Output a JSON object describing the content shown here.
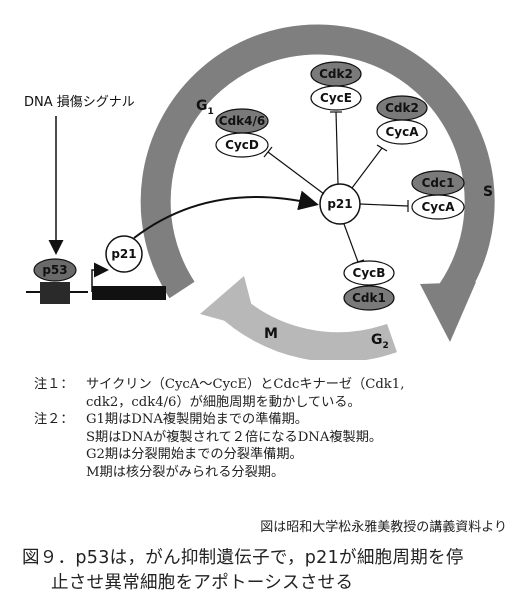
{
  "diagram": {
    "signal_label": "DNA 損傷シグナル",
    "phases": {
      "g1_main": "G",
      "g1_sub": "1",
      "s": "S",
      "g2_main": "G",
      "g2_sub": "2",
      "m": "M"
    },
    "gene": {
      "p53": "p53",
      "p21": "p21"
    },
    "hub": "p21",
    "complexes": [
      {
        "top": "Cdk4/6",
        "bottom": "CycD"
      },
      {
        "top": "Cdk2",
        "bottom": "CycE"
      },
      {
        "top": "Cdk2",
        "bottom": "CycA"
      },
      {
        "top": "Cdc1",
        "bottom": "CycA"
      },
      {
        "top": "CycB",
        "bottom": "Cdk1"
      }
    ]
  },
  "notes": [
    {
      "label": "注１：",
      "lines": [
        "サイクリン（CycA～CycE）とCdcキナーゼ（Cdk1,",
        "cdk2，cdk4/6）が細胞周期を動かしている。"
      ]
    },
    {
      "label": "注２：",
      "lines": [
        "G1期はDNA複製開始までの準備期。",
        "S期はDNAが複製されて２倍になるDNA複製期。",
        "G2期は分裂開始までの分裂準備期。",
        "M期は核分裂がみられる分裂期。"
      ]
    }
  ],
  "source": "図は昭和大学松永雅美教授の講義資料より",
  "caption": [
    "図９．p53は，がん抑制遺伝子で，p21が細胞周期を停",
    "止させ異常細胞をアポトーシスさせる"
  ]
}
